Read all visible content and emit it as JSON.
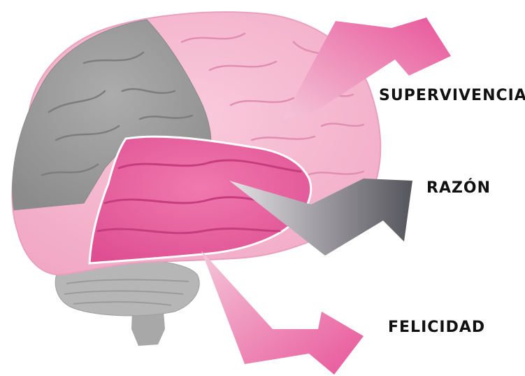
{
  "labels": {
    "supervivencia": "SUPERVIVENCIA",
    "razon": "RAZÓN",
    "felicidad": "FELICIDAD"
  },
  "colors": {
    "pink_region": "#f3b0ca",
    "gray_region": "#9a9a9a",
    "magenta_region": "#e8639f",
    "cerebellum": "#b5b5b5",
    "arrow_pink": "#e8559a",
    "arrow_gray": "#5f5f66"
  }
}
